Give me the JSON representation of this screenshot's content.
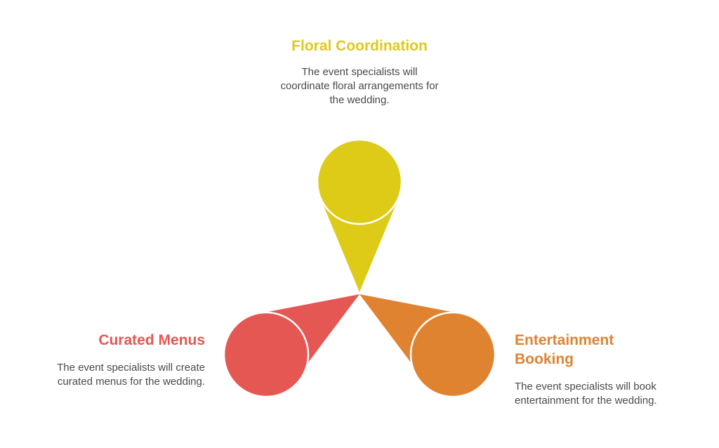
{
  "colors": {
    "floral": "#DDCB18",
    "menus": "#E55753",
    "entertainment": "#DF8330",
    "text": "#4A4A4A",
    "outline": "#FFFFFF"
  },
  "nodes": [
    {
      "id": "floral",
      "title": "Floral Coordination",
      "description": "The event specialists will coordinate floral arrangements for the wedding."
    },
    {
      "id": "menus",
      "title": "Curated Menus",
      "description": "The event specialists will create curated menus for the wedding."
    },
    {
      "id": "entertainment",
      "title": "Entertainment Booking",
      "description": "The event specialists will book entertainment for the wedding."
    }
  ]
}
